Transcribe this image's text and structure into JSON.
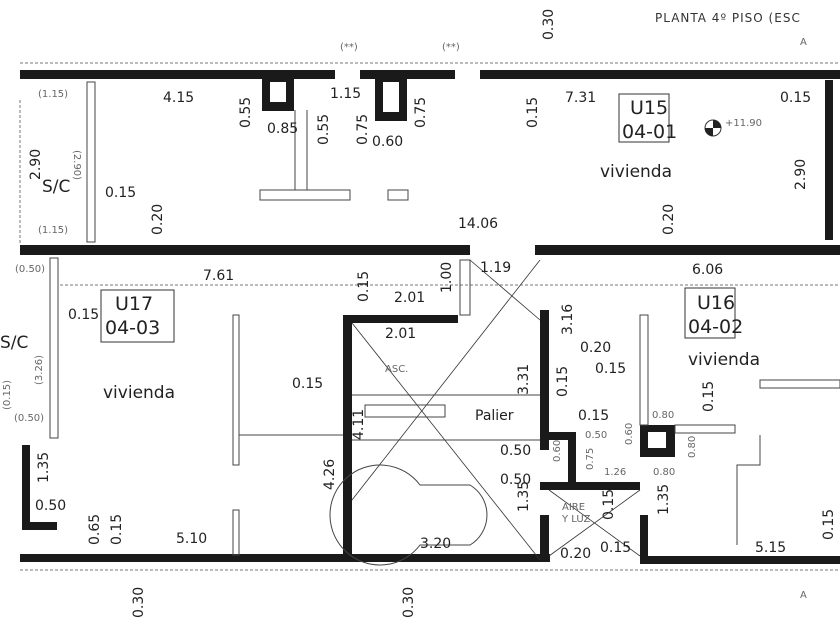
{
  "title": "PLANTA 4º PISO (ESC",
  "colors": {
    "wall": "#1a1a1a",
    "line": "#444444",
    "paper": "#ffffff"
  },
  "units": [
    {
      "code": "U15",
      "number": "04-01",
      "use": "vivienda"
    },
    {
      "code": "U16",
      "number": "04-02",
      "use": "vivienda"
    },
    {
      "code": "U17",
      "number": "04-03",
      "use": "vivienda"
    }
  ],
  "labels": {
    "sc": "S/C",
    "asc": "ASC.",
    "palier": "Palier",
    "aire": "AIRE",
    "luz": "Y LUZ",
    "level": "+11.90",
    "note": "(**)",
    "section": "A"
  },
  "gray_dims": [
    "(1.15)",
    "(2.90)",
    "(1.15)",
    "(0.50)",
    "(3.26)",
    "(0.15)",
    "(0.50)",
    "0.50",
    "0.60",
    "0.75",
    "1.26",
    "0.80",
    "0.60",
    "0.80"
  ],
  "dims": [
    "0.30",
    "4.15",
    "0.55",
    "0.85",
    "0.55",
    "1.15",
    "0.75",
    "0.60",
    "0.75",
    "0.15",
    "7.31",
    "0.15",
    "2.90",
    "2.90",
    "0.15",
    "0.20",
    "14.06",
    "0.20",
    "7.61",
    "0.15",
    "2.01",
    "1.00",
    "1.19",
    "6.06",
    "0.15",
    "2.01",
    "3.16",
    "0.20",
    "0.15",
    "0.15",
    "3.31",
    "0.15",
    "0.15",
    "4.11",
    "0.15",
    "0.80",
    "0.50",
    "0.50",
    "4.26",
    "1.35",
    "0.50",
    "0.65",
    "0.15",
    "5.10",
    "3.20",
    "1.35",
    "0.15",
    "1.35",
    "0.20",
    "0.15",
    "5.15",
    "0.30",
    "0.30",
    "0.15"
  ]
}
